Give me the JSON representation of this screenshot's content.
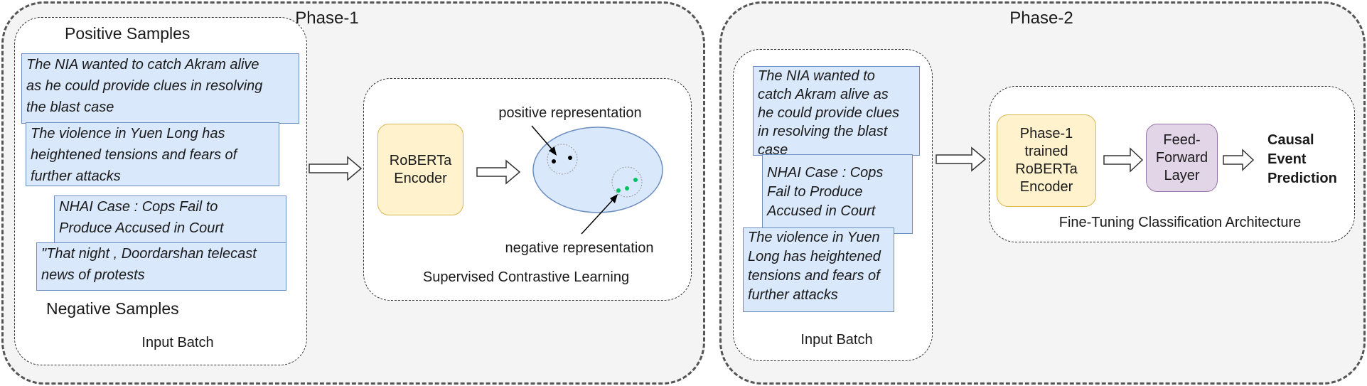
{
  "phase1": {
    "title": "Phase-1",
    "positive_heading": "Positive Samples",
    "negative_heading": "Negative Samples",
    "input_batch_label": "Input Batch",
    "samples": [
      "The NIA wanted to catch Akram alive\nas he could provide clues in resolving\nthe blast case",
      "The violence in Yuen Long has\nheightened tensions and fears of\nfurther attacks",
      "NHAI Case : Cops Fail to\nProduce Accused in Court",
      "\"That night , Doordarshan telecast\nnews of protests"
    ],
    "encoder_label": "RoBERTa\nEncoder",
    "positive_representation": "positive representation",
    "negative_representation": "negative representation",
    "contrastive_label": "Supervised Contrastive Learning"
  },
  "phase2": {
    "title": "Phase-2",
    "input_batch_label": "Input Batch",
    "samples": [
      "The NIA wanted to\ncatch Akram alive as\nhe could provide clues\nin resolving the blast\ncase",
      "NHAI Case : Cops\nFail to Produce\nAccused in Court",
      "The violence in Yuen\nLong has heightened\ntensions and fears of\nfurther attacks"
    ],
    "encoder_label": "Phase-1\ntrained\nRoBERTa\nEncoder",
    "ff_label": "Feed-\nForward\nLayer",
    "output_label": "Causal\nEvent\nPrediction",
    "architecture_label": "Fine-Tuning Classification Architecture"
  },
  "colors": {
    "sample_fill": "#dae8fc",
    "encoder_fill": "#fff2cc",
    "ff_fill": "#e1d5e7",
    "positive_point": "#000000",
    "negative_point": "#00c060"
  }
}
